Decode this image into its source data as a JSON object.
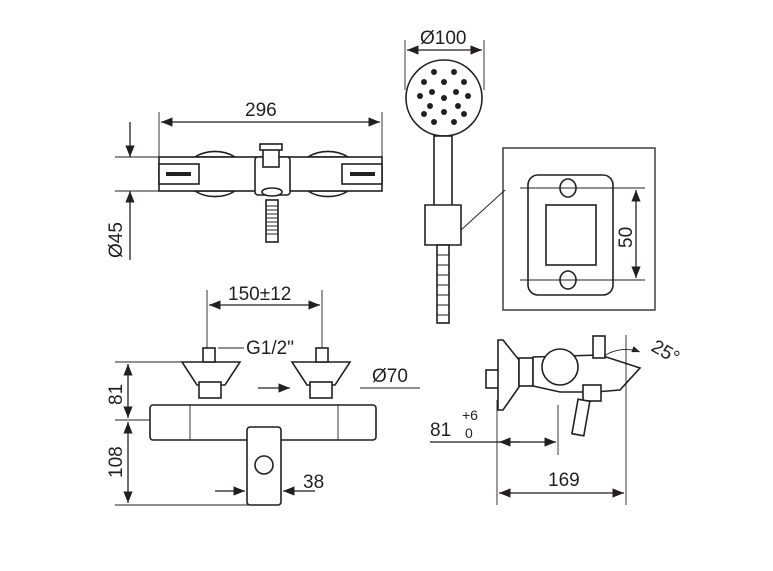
{
  "drawing": {
    "top_view": {
      "width_label": "296",
      "diameter_label": "Ø45"
    },
    "hand_shower": {
      "diameter_label": "Ø100",
      "holder_detail_label": "50"
    },
    "front_view": {
      "spacing_label": "150±12",
      "thread_label": "G1/2\"",
      "flange_label": "Ø70",
      "height_upper_label": "81",
      "height_lower_label": "108",
      "spout_label": "38"
    },
    "side_view": {
      "depth_label": "81",
      "tolerance_upper": "+6",
      "tolerance_lower": "0",
      "total_depth_label": "169",
      "angle_label": "25°"
    }
  }
}
